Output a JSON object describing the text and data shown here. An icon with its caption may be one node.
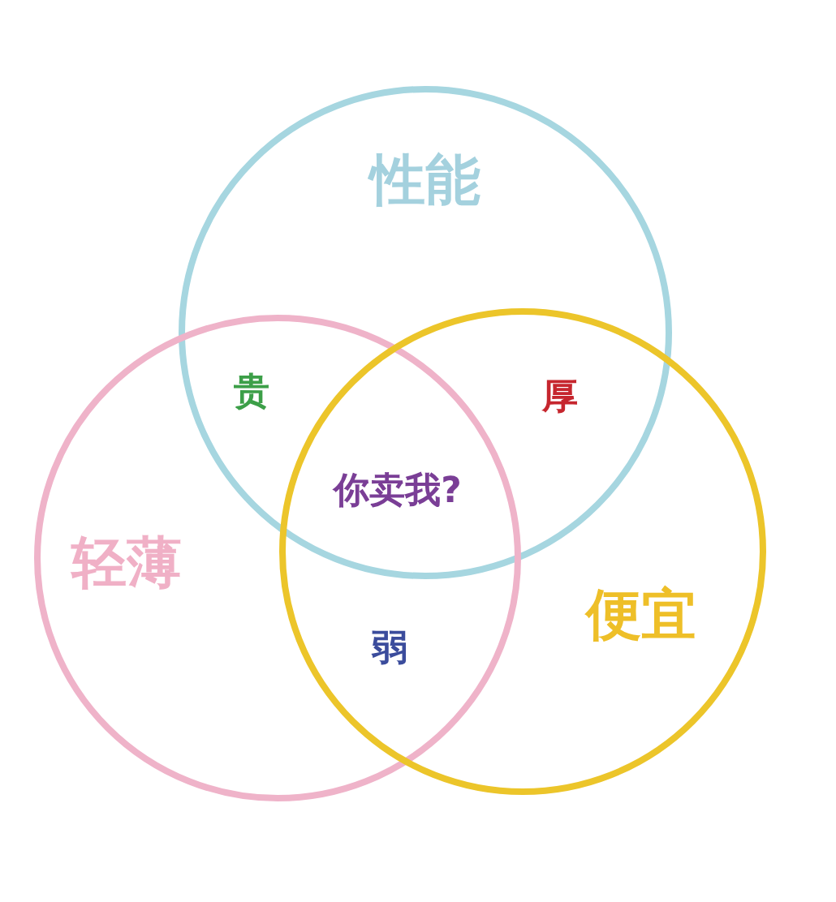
{
  "diagram": {
    "nodes": [
      {
        "text": [
          "性能"
        ]
      },
      {
        "text": [
          "轻薄"
        ]
      },
      {
        "text": [
          "便宜"
        ]
      }
    ],
    "labels": [
      "贵",
      "厚",
      "你卖我?",
      "弱"
    ]
  }
}
